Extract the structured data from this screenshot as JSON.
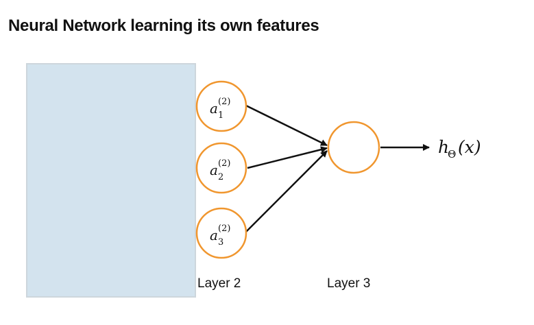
{
  "title": "Neural Network learning its own features",
  "layer2_label": "Layer 2",
  "layer3_label": "Layer 3",
  "colors": {
    "node_stroke": "#f0962e",
    "arrow": "#111111",
    "panel": "#d3e3ee"
  },
  "hidden_units": [
    {
      "base": "a",
      "superscript": "(2)",
      "subscript": "1"
    },
    {
      "base": "a",
      "superscript": "(2)",
      "subscript": "2"
    },
    {
      "base": "a",
      "superscript": "(2)",
      "subscript": "3"
    }
  ],
  "output": {
    "base": "h",
    "subscript": "Θ",
    "argument": "(x)"
  }
}
